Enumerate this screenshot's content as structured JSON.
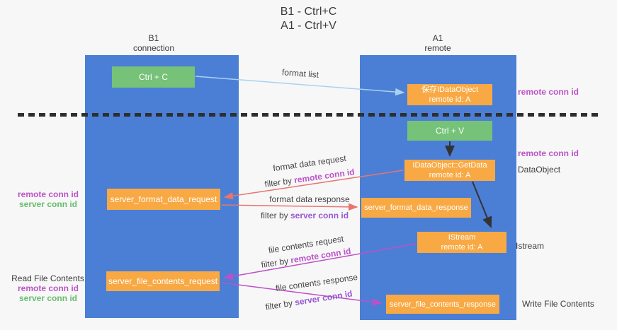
{
  "title": {
    "line1": "B1 - Ctrl+C",
    "line2": "A1 - Ctrl+V"
  },
  "columns": {
    "left": {
      "header_line1": "B1",
      "header_line2": "connection"
    },
    "right": {
      "header_line1": "A1",
      "header_line2": "remote"
    }
  },
  "boxes": {
    "ctrl_c": {
      "label": "Ctrl + C"
    },
    "ctrl_v": {
      "label": "Ctrl + V"
    },
    "save_dataobject": {
      "line1": "保存IDataObject",
      "line2": "remote id: A"
    },
    "getdata": {
      "line1": "IDataObject::GetData",
      "line2": "remote id: A"
    },
    "istream": {
      "line1": "IStream",
      "line2": "remote id: A"
    },
    "format_request": {
      "label": "server_format_data_request"
    },
    "format_response": {
      "label": "server_format_data_response"
    },
    "file_request": {
      "label": "server_file_contents_request"
    },
    "file_response": {
      "label": "server_file_contents_response"
    }
  },
  "arrow_labels": {
    "format_list": "format list",
    "format_data_request": "format data request",
    "filter_remote_1": {
      "prefix": "filter by ",
      "value": "remote conn id"
    },
    "format_data_response": "format data response",
    "filter_server_1": {
      "prefix": "filter by ",
      "value": "server conn id"
    },
    "file_contents_request": "file contents request",
    "filter_remote_2": {
      "prefix": "filter by ",
      "value": "remote conn id"
    },
    "file_contents_response": "file contents response",
    "filter_server_2": {
      "prefix": "filter by ",
      "value": "server conn id"
    }
  },
  "margin_labels": {
    "right_remote_1": "remote conn id",
    "right_remote_2": "remote conn id",
    "right_dataobject": "DataObject",
    "right_istream": "Istream",
    "right_write_file": "Write File Contents",
    "left_remote_1": "remote conn id",
    "left_server_1": "server conn id",
    "left_read_file": "Read File Contents",
    "left_remote_2": "remote conn id",
    "left_server_2": "server conn id"
  },
  "colors": {
    "column_blue": "#4b7fd6",
    "box_green": "#75c278",
    "box_orange": "#f8a944",
    "arrow_light_blue": "#a9d2f0",
    "arrow_black": "#333333",
    "arrow_salmon": "#e8746e",
    "arrow_magenta": "#c04fc6",
    "text_pink_purple": "#bb54c7",
    "text_violet": "#9857d3",
    "text_green": "#67bd6b"
  }
}
